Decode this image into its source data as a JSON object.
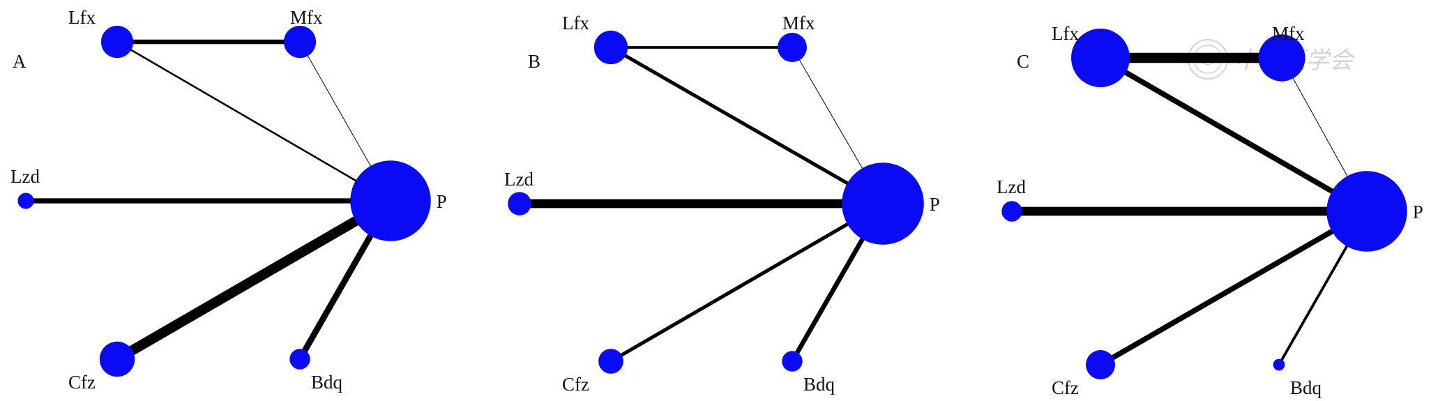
{
  "colors": {
    "node": "#0a0af5",
    "edge": "#000000",
    "background": "#ffffff"
  },
  "panels": [
    {
      "label": "A",
      "nodes": [
        {
          "id": "Lfx",
          "label": "Lfx",
          "size": 2.2
        },
        {
          "id": "Mfx",
          "label": "Mfx",
          "size": 2.2
        },
        {
          "id": "Lzd",
          "label": "Lzd",
          "size": 1.1
        },
        {
          "id": "P",
          "label": "P",
          "size": 5.5
        },
        {
          "id": "Cfz",
          "label": "Cfz",
          "size": 2.4
        },
        {
          "id": "Bdq",
          "label": "Bdq",
          "size": 1.4
        }
      ],
      "edges": [
        {
          "from": "Lfx",
          "to": "Mfx",
          "weight": 4
        },
        {
          "from": "Lfx",
          "to": "P",
          "weight": 1.6
        },
        {
          "from": "Mfx",
          "to": "P",
          "weight": 0.6
        },
        {
          "from": "Lzd",
          "to": "P",
          "weight": 4.5
        },
        {
          "from": "Cfz",
          "to": "P",
          "weight": 9
        },
        {
          "from": "Bdq",
          "to": "P",
          "weight": 5.5
        }
      ]
    },
    {
      "label": "B",
      "nodes": [
        {
          "id": "Lfx",
          "label": "Lfx",
          "size": 2.3
        },
        {
          "id": "Mfx",
          "label": "Mfx",
          "size": 2.0
        },
        {
          "id": "Lzd",
          "label": "Lzd",
          "size": 1.6
        },
        {
          "id": "P",
          "label": "P",
          "size": 5.6
        },
        {
          "id": "Cfz",
          "label": "Cfz",
          "size": 1.7
        },
        {
          "id": "Bdq",
          "label": "Bdq",
          "size": 1.4
        }
      ],
      "edges": [
        {
          "from": "Lfx",
          "to": "Mfx",
          "weight": 2.4
        },
        {
          "from": "Lfx",
          "to": "P",
          "weight": 3.2
        },
        {
          "from": "Mfx",
          "to": "P",
          "weight": 0.6
        },
        {
          "from": "Lzd",
          "to": "P",
          "weight": 8
        },
        {
          "from": "Cfz",
          "to": "P",
          "weight": 3.2
        },
        {
          "from": "Bdq",
          "to": "P",
          "weight": 4.2
        }
      ]
    },
    {
      "label": "C",
      "nodes": [
        {
          "id": "Lfx",
          "label": "Lfx",
          "size": 4.0
        },
        {
          "id": "Mfx",
          "label": "Mfx",
          "size": 3.2
        },
        {
          "id": "Lzd",
          "label": "Lzd",
          "size": 1.4
        },
        {
          "id": "P",
          "label": "P",
          "size": 5.5
        },
        {
          "id": "Cfz",
          "label": "Cfz",
          "size": 2.0
        },
        {
          "id": "Bdq",
          "label": "Bdq",
          "size": 0.8
        }
      ],
      "edges": [
        {
          "from": "Lfx",
          "to": "Mfx",
          "weight": 9
        },
        {
          "from": "Lfx",
          "to": "P",
          "weight": 4.8
        },
        {
          "from": "Mfx",
          "to": "P",
          "weight": 0.6
        },
        {
          "from": "Lzd",
          "to": "P",
          "weight": 8
        },
        {
          "from": "Cfz",
          "to": "P",
          "weight": 4.8
        },
        {
          "from": "Bdq",
          "to": "P",
          "weight": 2.4
        }
      ]
    }
  ],
  "watermark": {
    "text": "中华医学会",
    "icon": "society-seal-icon"
  }
}
